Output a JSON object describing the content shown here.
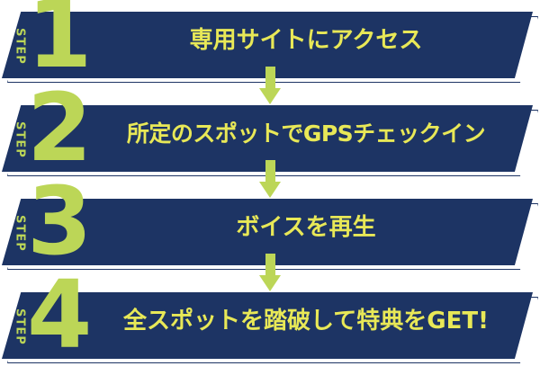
{
  "graphic": {
    "type": "step-flow-banner",
    "title": "4-step instruction flow",
    "colors": {
      "banner_navy": "#1d3464",
      "accent_green": "#bcd657",
      "title_yellow": "#e8e857",
      "background": "#ffffff"
    },
    "step_label": "STEP",
    "arrow_icon": "arrow-down-icon"
  },
  "steps": [
    {
      "number": "1",
      "label": "STEP",
      "title": "専用サイトにアクセス"
    },
    {
      "number": "2",
      "label": "STEP",
      "title": "所定のスポットでGPSチェックイン"
    },
    {
      "number": "3",
      "label": "STEP",
      "title": "ボイスを再生"
    },
    {
      "number": "4",
      "label": "STEP",
      "title": "全スポットを踏破して特典をGET!"
    }
  ]
}
